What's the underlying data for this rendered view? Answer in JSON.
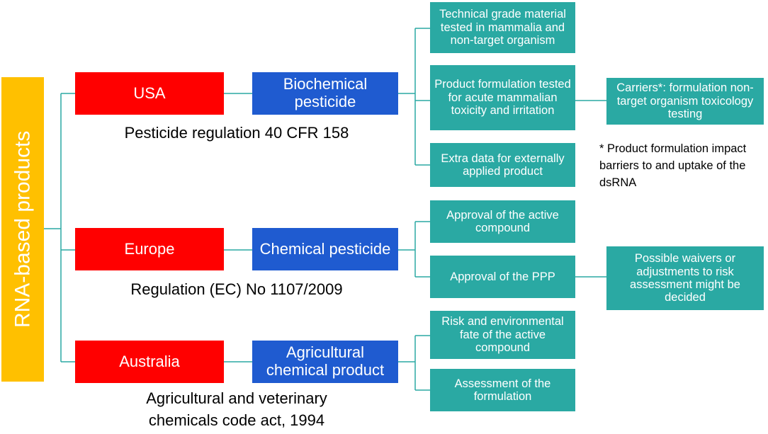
{
  "root": {
    "label": "RNA-based products"
  },
  "branches": {
    "usa": {
      "country": "USA",
      "product_type": "Biochemical pesticide",
      "regulation": "Pesticide regulation 40 CFR 158",
      "items": [
        "Technical grade material tested in mammalia and non-target organism",
        "Product formulation tested for acute mammalian toxicity and irritation",
        "Extra data for externally applied product"
      ],
      "sub_item": "Carriers*: formulation non-target organism toxicology testing",
      "footnote": "* Product formulation impact barriers to and uptake of the dsRNA"
    },
    "europe": {
      "country": "Europe",
      "product_type": "Chemical pesticide",
      "regulation": "Regulation (EC) No 1107/2009",
      "items": [
        "Approval of the active compound",
        "Approval of the PPP"
      ],
      "sub_item": "Possible waivers or adjustments to risk assessment might be decided"
    },
    "australia": {
      "country": "Australia",
      "product_type": "Agricultural chemical product",
      "regulation_line1": "Agricultural and veterinary",
      "regulation_line2": "chemicals code act, 1994",
      "items": [
        "Risk and environmental fate of the active compound",
        "Assessment of the formulation"
      ]
    }
  },
  "colors": {
    "root": "#ffc000",
    "country": "#ff0000",
    "product_type": "#1f5bd0",
    "leaf": "#2aa9a3",
    "connector": "#2aa9a3"
  }
}
